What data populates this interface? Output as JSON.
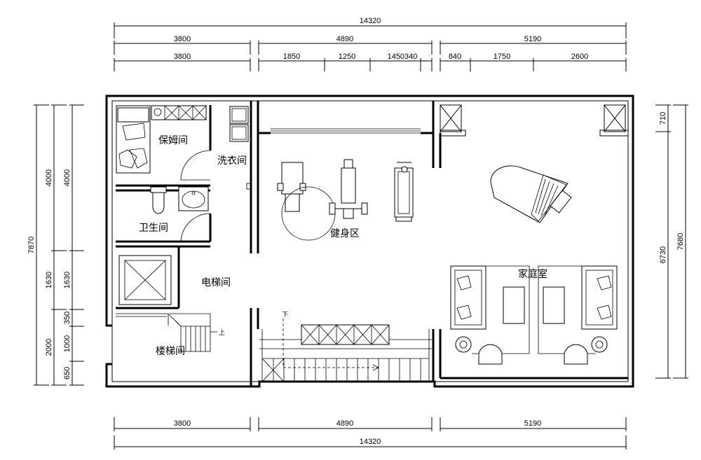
{
  "top_dimensions": {
    "total": "14320",
    "row1": [
      "3800",
      "4890",
      "5190"
    ],
    "row2": [
      "3800",
      "1850",
      "1250",
      "1450340",
      "840",
      "1750",
      "2600"
    ]
  },
  "bottom_dimensions": {
    "row1": [
      "3800",
      "4890",
      "5190"
    ],
    "total": "14320"
  },
  "left_dimensions": {
    "total": "7870",
    "outer": [
      "4000",
      "1630",
      "2000"
    ],
    "inner": [
      "4000",
      "1630",
      "350",
      "1000",
      "650"
    ]
  },
  "right_dimensions": {
    "total": "7680",
    "segments": [
      "710",
      "6730"
    ]
  },
  "rooms": {
    "nanny": "保姆间",
    "laundry": "洗衣间",
    "bathroom": "卫生间",
    "elevator": "电梯间",
    "stairs": "楼梯间",
    "gym": "健身区",
    "family": "家庭室"
  },
  "stair_labels": {
    "up": "上",
    "down": "下"
  }
}
